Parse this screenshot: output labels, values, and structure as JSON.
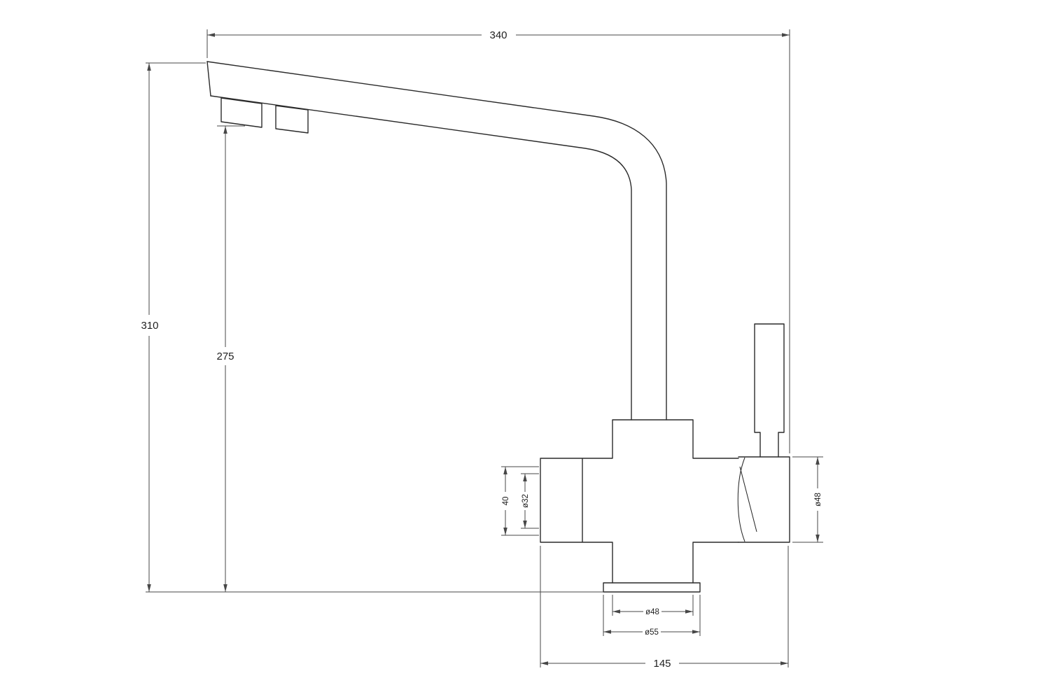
{
  "drawing": {
    "subject": "kitchen-mixer-faucet-side-elevation",
    "background_color": "#ffffff",
    "line_color": "#2a2a2a",
    "dimension_color": "#474747"
  },
  "dimensions": {
    "total_width": "340",
    "total_height": "310",
    "spout_height": "275",
    "total_depth": "145",
    "side_port_length": "40",
    "side_port_diameter": "ø32",
    "valve_diameter": "ø48",
    "body_diameter": "ø48",
    "base_diameter": "ø55"
  }
}
